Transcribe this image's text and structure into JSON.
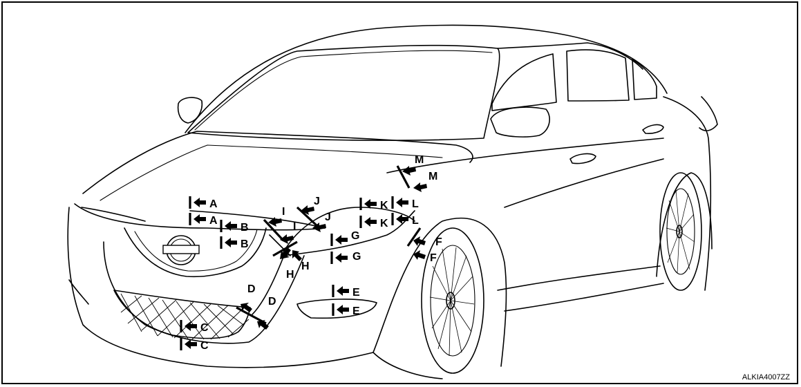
{
  "figure": {
    "code": "ALKIA4007ZZ",
    "callouts": [
      {
        "id": "A1",
        "label": "A"
      },
      {
        "id": "A2",
        "label": "A"
      },
      {
        "id": "B1",
        "label": "B"
      },
      {
        "id": "B2",
        "label": "B"
      },
      {
        "id": "C1",
        "label": "C"
      },
      {
        "id": "C2",
        "label": "C"
      },
      {
        "id": "D1",
        "label": "D"
      },
      {
        "id": "D2",
        "label": "D"
      },
      {
        "id": "E1",
        "label": "E"
      },
      {
        "id": "E2",
        "label": "E"
      },
      {
        "id": "F1",
        "label": "F"
      },
      {
        "id": "F2",
        "label": "F"
      },
      {
        "id": "G1",
        "label": "G"
      },
      {
        "id": "G2",
        "label": "G"
      },
      {
        "id": "H1",
        "label": "H"
      },
      {
        "id": "H2",
        "label": "H"
      },
      {
        "id": "I1",
        "label": "I"
      },
      {
        "id": "I2",
        "label": "I"
      },
      {
        "id": "J1",
        "label": "J"
      },
      {
        "id": "J2",
        "label": "J"
      },
      {
        "id": "K1",
        "label": "K"
      },
      {
        "id": "K2",
        "label": "K"
      },
      {
        "id": "L1",
        "label": "L"
      },
      {
        "id": "L2",
        "label": "L"
      },
      {
        "id": "M1",
        "label": "M"
      },
      {
        "id": "M2",
        "label": "M"
      }
    ]
  }
}
